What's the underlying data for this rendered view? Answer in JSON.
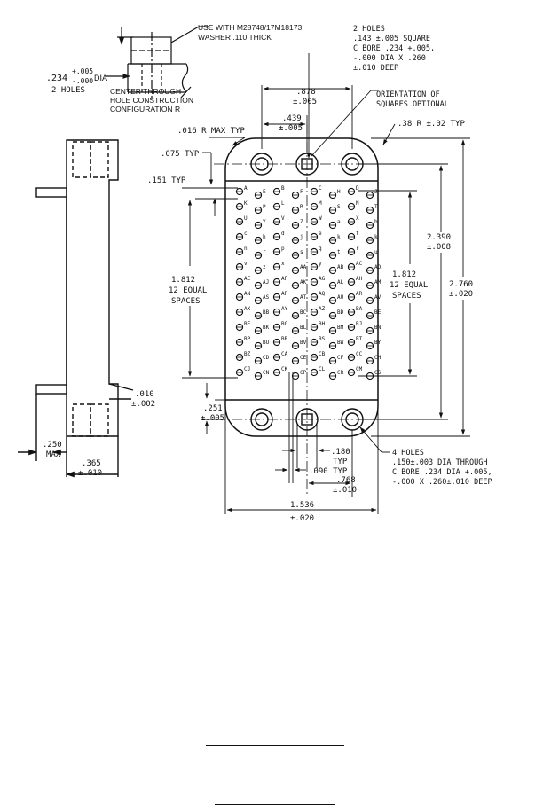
{
  "notes": {
    "washer_line1": "USE WITH M28748/17M18173",
    "washer_line2": "WASHER .110 THICK",
    "dia_value": ".234",
    "dia_tol_plus": "+.005",
    "dia_tol_minus": "-.000",
    "dia_suffix": "DIA",
    "dia_count": "2 HOLES",
    "center_line1": "CENTER THROUGH",
    "center_line2": "HOLE CONSTRUCTION",
    "center_line3": "CONFIGURATION R",
    "square_line1": "2 HOLES",
    "square_line2": ".143 ±.005 SQUARE",
    "square_line3": "C BORE .234 +.005,",
    "square_line4": "-.000 DIA X .260",
    "square_line5": "±.010 DEEP",
    "orient_line1": "ORIENTATION OF",
    "orient_line2": "SQUARES OPTIONAL",
    "bottom_line1": "4 HOLES",
    "bottom_line2": ".150±.003 DIA THROUGH",
    "bottom_line3": "C BORE .234 DIA +.005,",
    "bottom_line4": "-.000 X .260±.010 DEEP"
  },
  "dimensions": {
    "d878": ".878",
    "d878_tol": "±.005",
    "d439": ".439",
    "d439_tol": "±.005",
    "r016": ".016 R MAX TYP",
    "r38": ".38 R ±.02 TYP",
    "d075": ".075 TYP",
    "d151": ".151 TYP",
    "d1812_left": "1.812",
    "d1812_left_l2": "12 EQUAL",
    "d1812_left_l3": "SPACES",
    "d1812_right": "1.812",
    "d1812_right_l2": "12 EQUAL",
    "d1812_right_l3": "SPACES",
    "d2390": "2.390",
    "d2390_tol": "±.008",
    "d2760": "2.760",
    "d2760_tol": "±.020",
    "d010": ".010",
    "d010_tol": "±.002",
    "d251": ".251",
    "d251_tol": "±.005",
    "d250": ".250",
    "d250_l2": "MAX",
    "d365": ".365",
    "d365_tol": "±.010",
    "d180": ".180",
    "d180_l2": "TYP",
    "d090": ".090 TYP",
    "d768": ".768",
    "d768_tol": "±.010",
    "d1536": "1.536",
    "d1536_tol": "±.020"
  },
  "pin_columns": [
    [
      "A",
      "K",
      "U",
      "c",
      "n",
      "v",
      "AE",
      "AN",
      "AX",
      "BF",
      "BP",
      "BZ",
      "CJ"
    ],
    [
      "E",
      "P",
      "Y",
      "h",
      "r",
      "z",
      "AJ",
      "AS",
      "BB",
      "BK",
      "BU",
      "CD",
      "CN"
    ],
    [
      "B",
      "L",
      "V",
      "d",
      "p",
      "x",
      "AF",
      "AP",
      "AY",
      "BG",
      "BR",
      "CA",
      "CK"
    ],
    [
      "F",
      "R",
      "Z",
      "j",
      "s",
      "AA",
      "AK",
      "AT",
      "BC",
      "BL",
      "BV",
      "CE",
      "CP"
    ],
    [
      "C",
      "M",
      "W",
      "e",
      "q",
      "y",
      "AG",
      "AQ",
      "AZ",
      "BH",
      "BS",
      "CB",
      "CL"
    ],
    [
      "H",
      "S",
      "a",
      "k",
      "t",
      "AB",
      "AL",
      "AU",
      "BD",
      "BM",
      "BW",
      "CF",
      "CR"
    ],
    [
      "D",
      "N",
      "X",
      "f",
      "r",
      "AC",
      "AH",
      "AR",
      "BA",
      "BJ",
      "BT",
      "CC",
      "CM"
    ],
    [
      "J",
      "T",
      "b",
      "k",
      "u",
      "AD",
      "AM",
      "AV",
      "BE",
      "BN",
      "BY",
      "CH",
      "CS"
    ]
  ]
}
